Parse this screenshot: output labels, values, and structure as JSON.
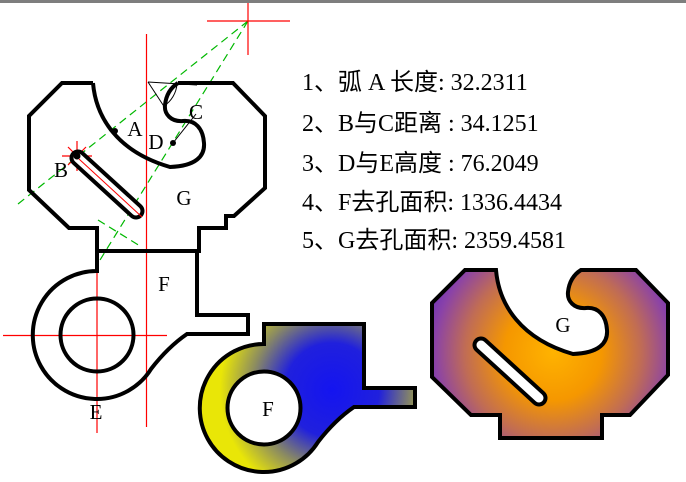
{
  "measurements": {
    "items": [
      {
        "text": "1、弧 A 长度: 32.2311",
        "name": "弧 A 长度",
        "value": "32.2311"
      },
      {
        "text": "2、B与C距离 : 34.1251",
        "name": "B与C距离",
        "value": "34.1251"
      },
      {
        "text": "3、D与E高度 : 76.2049",
        "name": "D与E高度",
        "value": "76.2049"
      },
      {
        "text": "4、F去孔面积: 1336.4434",
        "name": "F去孔面积",
        "value": "1336.4434"
      },
      {
        "text": "5、G去孔面积: 2359.4581",
        "name": "G去孔面积",
        "value": "2359.4581"
      }
    ]
  },
  "drawing": {
    "point_labels": {
      "a": "A",
      "b": "B",
      "c": "C",
      "d": "D",
      "e": "E",
      "f": "F",
      "g": "G"
    }
  },
  "previews": {
    "f_label": "F",
    "g_label": "G"
  },
  "colors": {
    "outline": "#000000",
    "construction_red": "#ff0000",
    "construction_green": "#00b800",
    "top_border_gray": "#7e7e7e",
    "f_gradient_core": "#1414f0",
    "f_gradient_edge": "#e9e607",
    "g_gradient_core": "#ffb300",
    "g_gradient_edge": "#4c1fc9"
  }
}
